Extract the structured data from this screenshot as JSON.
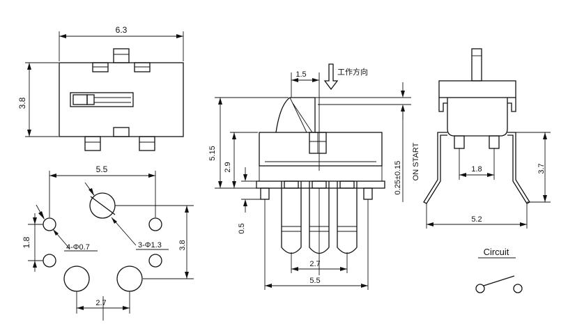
{
  "labels": {
    "top_width": "6.3",
    "top_height": "3.8",
    "pcb_pitch_x": "5.5",
    "pcb_pitch_y": "1.8",
    "pcb_small_holes": "4-Φ0.7",
    "pcb_large_holes": "3-Φ1.3",
    "pcb_right_dim": "3.8",
    "pcb_bottom_dim": "2.7",
    "side_top_dim": "1.5",
    "direction_text": "工作方向",
    "side_height": "5.15",
    "side_body": "2.9",
    "side_gap": "0.5",
    "side_stroke": "0.25±0.15",
    "on_start": "ON START",
    "side_pin_pitch": "2.7",
    "side_width": "5.5",
    "end_pin_pitch": "1.8",
    "end_height": "3.7",
    "end_width": "5.2",
    "circuit_title": "Circuit"
  }
}
